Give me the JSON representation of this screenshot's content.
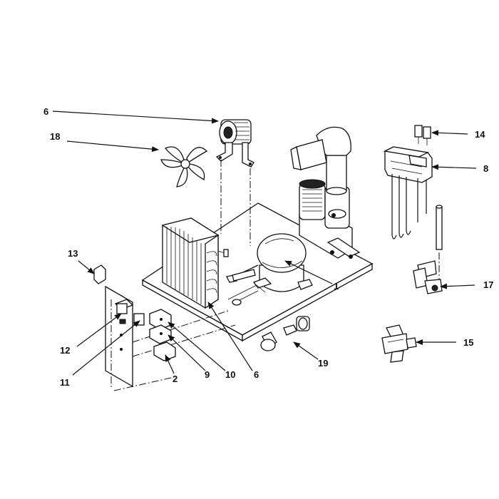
{
  "callouts": {
    "c1": "1",
    "c2": "2",
    "c6a": "6",
    "c6b": "6",
    "c8": "8",
    "c9": "9",
    "c10": "10",
    "c11": "11",
    "c12": "12",
    "c13": "13",
    "c14": "14",
    "c15": "15",
    "c17": "17",
    "c18": "18",
    "c19": "19"
  }
}
